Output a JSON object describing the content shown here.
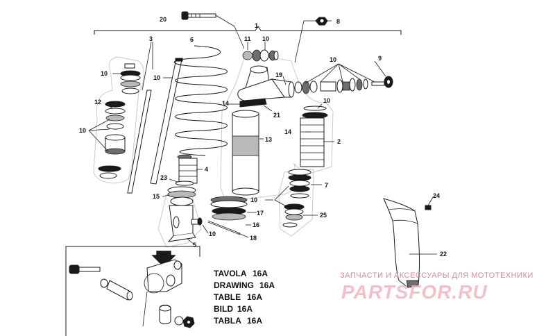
{
  "diagram": {
    "callouts": {
      "c1": "1",
      "c2": "2",
      "c3": "3",
      "c4": "4",
      "c5": "5",
      "c6": "6",
      "c7": "7",
      "c8": "8",
      "c9": "9",
      "c10": "10",
      "c11": "11",
      "c12": "12",
      "c13": "13",
      "c14": "14",
      "c15": "15",
      "c16": "16",
      "c17": "17",
      "c18": "18",
      "c19": "19",
      "c20": "20",
      "c21": "21",
      "c22": "22",
      "c23": "23",
      "c24": "24",
      "c25": "25"
    },
    "table_labels": [
      {
        "word": "TAVOLA",
        "code": "16A"
      },
      {
        "word": "DRAWING",
        "code": "16A"
      },
      {
        "word": "TABLE",
        "code": "16A"
      },
      {
        "word": "BILD",
        "code": "16A"
      },
      {
        "word": "TABLA",
        "code": "16A"
      }
    ]
  },
  "watermark": {
    "tagline": "ЗАПЧАСТИ И АКСЕССУАРЫ ДЛЯ МОТОТЕХНИКИ",
    "brand": "PARTSFOR.RU",
    "color": "#e58a96"
  }
}
